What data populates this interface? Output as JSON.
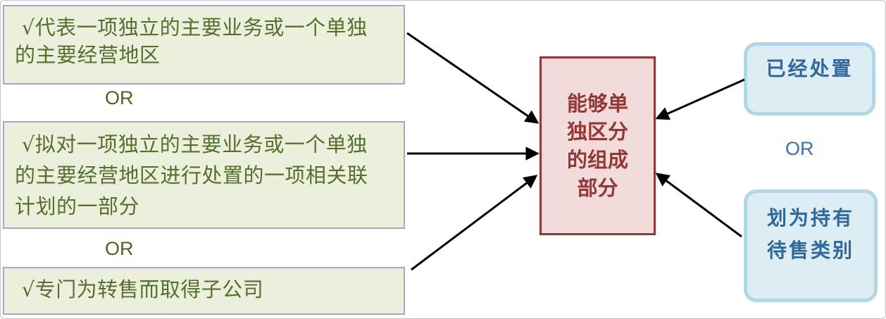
{
  "diagram": {
    "left_boxes": [
      {
        "lines": [
          " √代表一项独立的主要业务或一个单独",
          "的主要经营地区"
        ]
      },
      {
        "lines": [
          " √拟对一项独立的主要业务或一个单独",
          "的主要经营地区进行处置的一项相关联",
          "计划的一部分"
        ]
      },
      {
        "lines": [
          " √专门为转售而取得子公司"
        ]
      }
    ],
    "left_or_labels": [
      "OR",
      "OR"
    ],
    "center_box": {
      "lines": [
        "能够单",
        "独区分",
        "的组成",
        "部分"
      ]
    },
    "right_boxes": [
      {
        "lines": [
          "已经处置"
        ]
      },
      {
        "lines": [
          "划为持有",
          "待售类别"
        ]
      }
    ],
    "right_or_label": "OR"
  },
  "colors": {
    "frame_border": "#c2c2c2",
    "green_box_bg": "#ebefdc",
    "green_box_border": "#b2a1c8",
    "green_text": "#55702c",
    "or_left_color": "#4f6228",
    "red_box_bg": "#f2dcdb",
    "red_box_border": "#953735",
    "red_text": "#953735",
    "blue_box_bg": "#dcedf4",
    "blue_box_border": "#b0d7e5",
    "blue_text": "#2f689c",
    "or_right_color": "#3e6fae",
    "arrow_color": "#000000"
  }
}
